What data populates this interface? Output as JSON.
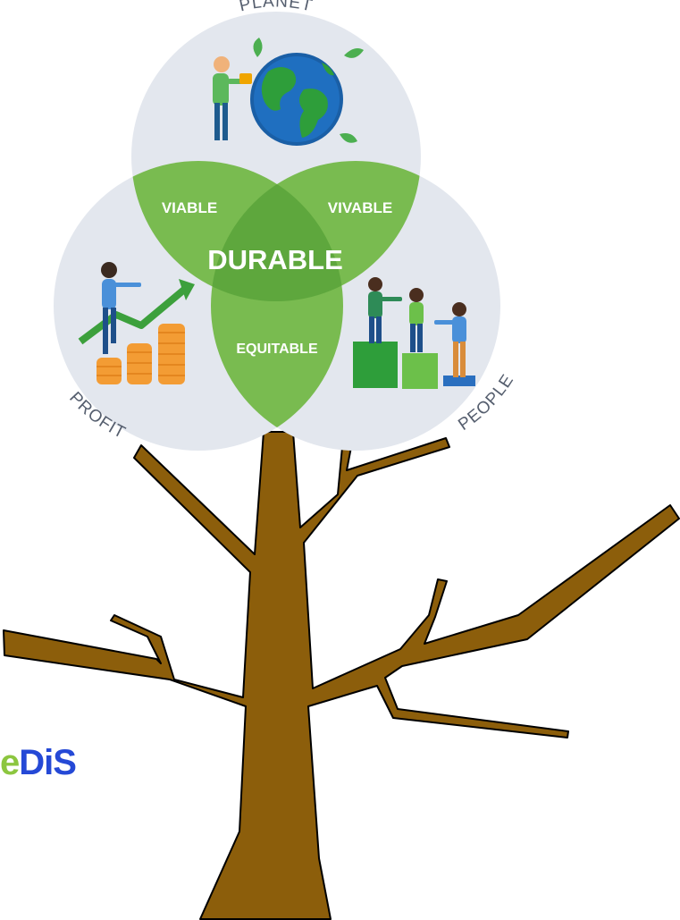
{
  "diagram": {
    "circles": {
      "planet": "PLANET",
      "profit": "PROFIT",
      "people": "PEOPLE"
    },
    "intersections": {
      "viable": "VIABLE",
      "vivable": "VIVABLE",
      "equitable": "EQUITABLE",
      "center": "DURABLE"
    }
  },
  "logo": {
    "prefix": "e",
    "rest": "DiS"
  },
  "colors": {
    "circle": "#e3e7ee",
    "overlap": "#79bb50",
    "center": "#5ea73d",
    "trunk": "#8c5e0b",
    "outline": "#000000",
    "logo_green": "#8cc63f",
    "logo_blue": "#2549d6"
  }
}
